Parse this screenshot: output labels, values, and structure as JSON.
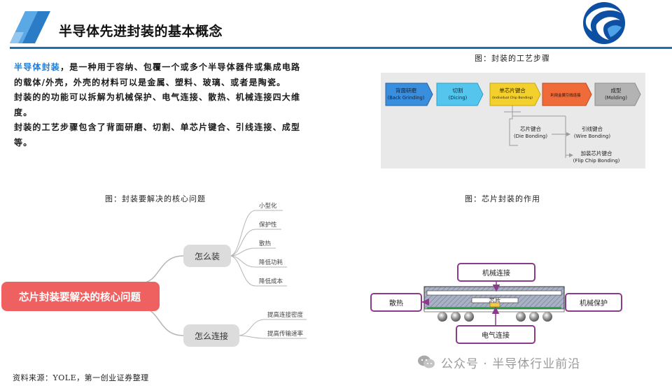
{
  "header": {
    "title": "半导体先进封装的基本概念"
  },
  "intro": {
    "highlight": "半导体封装",
    "p1_rest": "，是一种用于容纳、包覆一个或多个半导体器件或集成电路的载体/外壳，外壳的材料可以是金属、塑料、玻璃、或者是陶瓷。",
    "p2": "封装的的功能可以拆解为机械保护、电气连接、散热、机械连接四大维度。",
    "p3": "封装的工艺步骤包含了背面研磨、切割、单芯片键合、引线连接、成型等。"
  },
  "process_figure": {
    "caption": "图：封装的工艺步骤",
    "steps": [
      {
        "label": "背面研磨",
        "sub": "(Back Grinding)",
        "color": "#3a8ede"
      },
      {
        "label": "切割",
        "sub": "(Dicing)",
        "color": "#54c6ee"
      },
      {
        "label": "单芯片键合",
        "sub": "(Individual Chip Bonding)",
        "color": "#f4d02c"
      },
      {
        "label": "利用金属引线连接",
        "sub": "",
        "color": "#f06b3a"
      },
      {
        "label": "成型",
        "sub": "(Molding)",
        "color": "#b3b3b3"
      }
    ],
    "branches": [
      {
        "label": "芯片键合",
        "sub": "(Die Bonding)"
      },
      {
        "label": "引线键合",
        "sub": "(Wire Bonding)"
      },
      {
        "label": "加装芯片键合",
        "sub": "(Flip Chip Bonding)"
      }
    ]
  },
  "mindmap_figure": {
    "caption": "图：封装要解决的核心问题",
    "root": "芯片封装要解决的核心问题",
    "branches": [
      {
        "label": "怎么装",
        "leaves": [
          "小型化",
          "保护性",
          "散热",
          "降低功耗",
          "降低成本"
        ]
      },
      {
        "label": "怎么连接",
        "leaves": [
          "提高连接密度",
          "提高传输速率"
        ]
      }
    ]
  },
  "chip_figure": {
    "caption": "图：芯片封装的作用",
    "top": "机械连接",
    "left": "散热",
    "right": "机械保护",
    "bottom": "电气连接",
    "chip": "芯片"
  },
  "footer": {
    "source": "资料来源：YOLE，第一创业证券整理"
  },
  "watermark": {
    "text": "公众号 · 半导体行业前沿"
  },
  "colors": {
    "accent": "#1a6fb0",
    "highlight": "#1f7bd4",
    "root": "#ef6060",
    "branch": "#dcdcdc",
    "chip_box_border": "#8b3b8b"
  }
}
